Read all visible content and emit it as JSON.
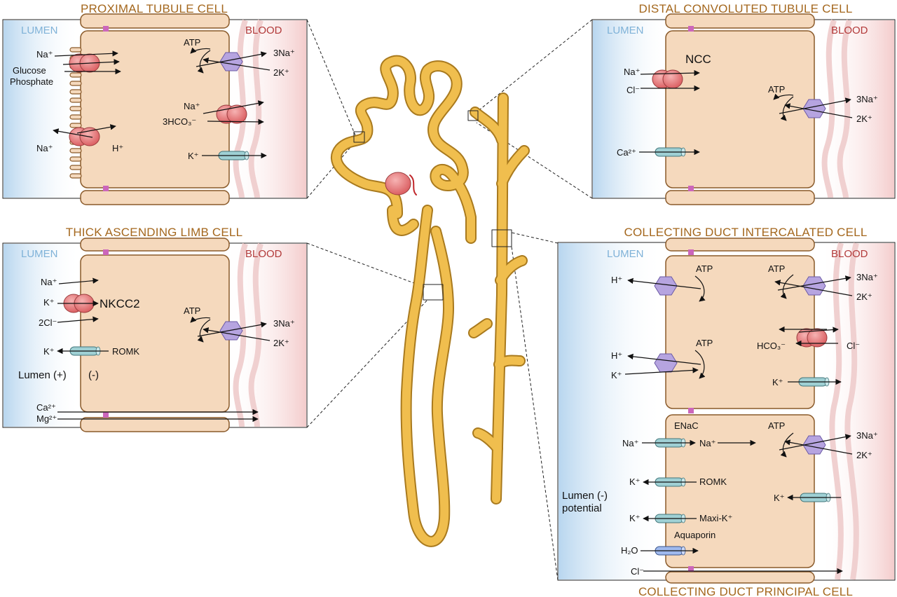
{
  "proximal": {
    "title": "PROXIMAL TUBULE CELL",
    "lumen": "LUMEN",
    "blood": "BLOOD",
    "na1": "Na⁺",
    "glucose": "Glucose",
    "phosphate": "Phosphate",
    "na2": "Na⁺",
    "h": "H⁺",
    "atp": "ATP",
    "na3": "3Na⁺",
    "k2": "2K⁺",
    "na4": "Na⁺",
    "hco3": "3HCO₃⁻",
    "k": "K⁺"
  },
  "thick": {
    "title": "THICK ASCENDING LIMB CELL",
    "lumen": "LUMEN",
    "blood": "BLOOD",
    "na": "Na⁺",
    "k": "K⁺",
    "cl": "2Cl⁻",
    "nkcc2": "NKCC2",
    "atp": "ATP",
    "na3": "3Na⁺",
    "k2": "2K⁺",
    "k_romk": "K⁺",
    "romk": "ROMK",
    "lumen_pot": "Lumen (+)",
    "minus": "(-)",
    "ca": "Ca²⁺",
    "mg": "Mg²⁺"
  },
  "distal": {
    "title": "DISTAL CONVOLUTED TUBULE CELL",
    "lumen": "LUMEN",
    "blood": "BLOOD",
    "ncc": "NCC",
    "na": "Na⁺",
    "cl": "Cl⁻",
    "atp": "ATP",
    "na3": "3Na⁺",
    "k2": "2K⁺",
    "ca": "Ca²⁺"
  },
  "intercalated": {
    "title": "COLLECTING DUCT INTERCALATED CELL",
    "lumen": "LUMEN",
    "blood": "BLOOD",
    "h1": "H⁺",
    "atp1": "ATP",
    "atp2": "ATP",
    "na3": "3Na⁺",
    "k2": "2K⁺",
    "h2": "H⁺",
    "k1": "K⁺",
    "atp3": "ATP",
    "hco3": "HCO₃⁻",
    "cl": "Cl⁻",
    "k_out": "K⁺"
  },
  "principal": {
    "title": "COLLECTING DUCT PRINCIPAL CELL",
    "enac": "ENaC",
    "na_l": "Na⁺",
    "na_r": "Na⁺",
    "atp": "ATP",
    "na3": "3Na⁺",
    "k2": "2K⁺",
    "k_romk": "K⁺",
    "romk": "ROMK",
    "k_out": "K⁺",
    "lumen_pot1": "Lumen (-)",
    "lumen_pot2": "potential",
    "k_maxi": "K⁺",
    "maxik": "Maxi-K⁺",
    "aquaporin": "Aquaporin",
    "h2o": "H₂O",
    "cl": "Cl⁻"
  },
  "colors": {
    "title": "#a4671d",
    "cell": "#f5d9bd",
    "cell_edge": "#8a5a2a",
    "tubule": "#f0be4e",
    "transporter": "#e07476",
    "pump": "#b6a4e0",
    "channel": "#9fd0d4",
    "aquaporin": "#9fb9ee"
  }
}
